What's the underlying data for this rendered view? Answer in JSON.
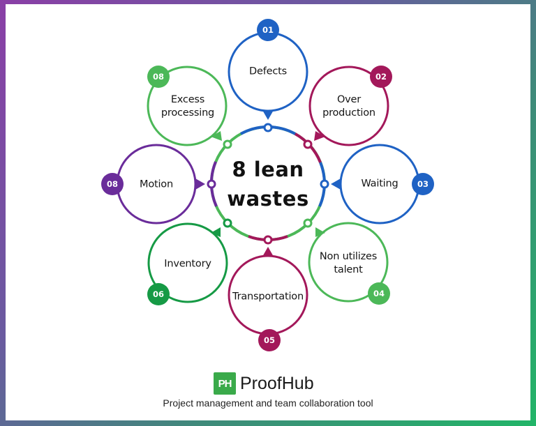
{
  "center": {
    "line1": "8 lean",
    "line2": "wastes"
  },
  "colors": {
    "blue": "#1f62c4",
    "magenta": "#a3185a",
    "green_light": "#4cb858",
    "green_dark": "#169a45",
    "purple": "#6a2c9a",
    "border_start": "#8a3fa6",
    "border_end": "#22b568"
  },
  "wastes": [
    {
      "number": "01",
      "label_lines": [
        "Defects"
      ],
      "color": "#1f62c4"
    },
    {
      "number": "02",
      "label_lines": [
        "Over",
        "production"
      ],
      "color": "#a3185a"
    },
    {
      "number": "03",
      "label_lines": [
        "Waiting"
      ],
      "color": "#1f62c4"
    },
    {
      "number": "04",
      "label_lines": [
        "Non utilizes",
        "talent"
      ],
      "color": "#4cb858"
    },
    {
      "number": "05",
      "label_lines": [
        "Transportation"
      ],
      "color": "#a3185a"
    },
    {
      "number": "06",
      "label_lines": [
        "Inventory"
      ],
      "color": "#169a45"
    },
    {
      "number": "08",
      "label_lines": [
        "Motion"
      ],
      "color": "#6a2c9a"
    },
    {
      "number": "08",
      "label_lines": [
        "Excess",
        "processing"
      ],
      "color": "#4cb858"
    }
  ],
  "footer": {
    "logo_mark": "PH",
    "brand": "ProofHub",
    "tagline": "Project management and team collaboration tool"
  }
}
